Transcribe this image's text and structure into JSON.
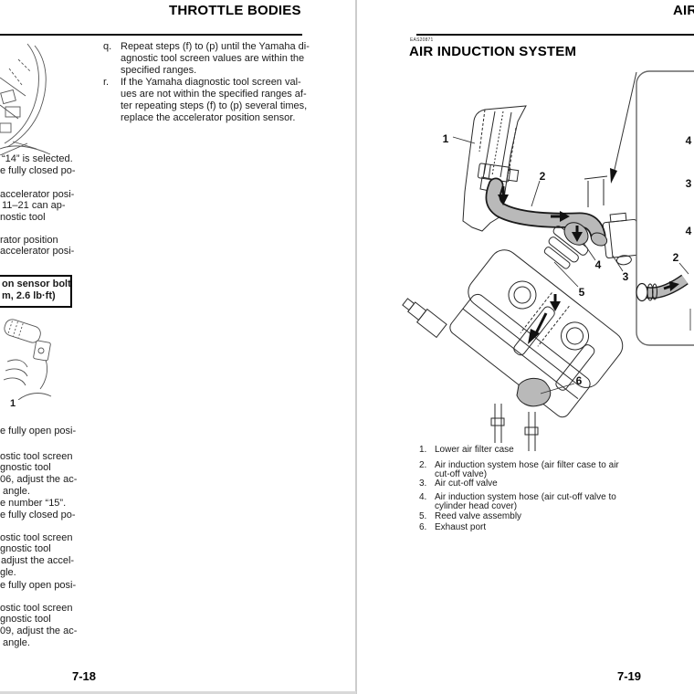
{
  "left_page": {
    "header": "THROTTLE BODIES",
    "page_number": "7-18",
    "steps": [
      {
        "label": "q.",
        "lines": [
          "Repeat steps (f) to (p) until the Yamaha di-",
          "agnostic tool screen values are within the",
          "specified ranges."
        ]
      },
      {
        "label": "r.",
        "lines": [
          "If the Yamaha diagnostic tool screen val-",
          "ues are not within the specified ranges af-",
          "ter repeating steps (f) to (p) several times,",
          "replace the accelerator position sensor."
        ]
      }
    ],
    "column_fragments": [
      "“14” is selected.",
      "e fully closed po-",
      "accelerator posi-",
      "11–21 can ap-",
      "nostic tool",
      "rator position",
      "accelerator posi-",
      "e fully open posi-",
      "ostic tool screen",
      "gnostic tool",
      "06, adjust the ac-",
      "angle.",
      "e number “15”.",
      "e fully closed po-",
      "ostic tool screen",
      "gnostic tool",
      "adjust the accel-",
      "gle.",
      "e fully open posi-",
      "ostic tool screen",
      "gnostic tool",
      "09, adjust the ac-",
      "angle."
    ],
    "torque_box": {
      "line1": "on sensor bolt",
      "line2": "m, 2.6 lb·ft)"
    },
    "figure_label": "1"
  },
  "right_page": {
    "header_fragment": "AIR",
    "section_code": "EAS20871",
    "section_title": "AIR INDUCTION SYSTEM",
    "page_number": "7-19",
    "diagram": {
      "callouts": {
        "c1": "1",
        "c2": "2",
        "c3": "3",
        "c4": "4",
        "c5": "5",
        "c6": "6",
        "inset_4a": "4",
        "inset_3": "3",
        "inset_4b": "4",
        "inset_2": "2"
      }
    },
    "parts": [
      {
        "num": "1.",
        "line1": "Lower air filter case"
      },
      {
        "num": "2.",
        "line1": "Air induction system hose (air filter case to air",
        "line2": "cut-off valve)"
      },
      {
        "num": "3.",
        "line1": "Air cut-off valve"
      },
      {
        "num": "4.",
        "line1": "Air induction system hose (air cut-off valve to",
        "line2": "cylinder head cover)"
      },
      {
        "num": "5.",
        "line1": "Reed valve assembly"
      },
      {
        "num": "6.",
        "line1": "Exhaust port"
      }
    ]
  }
}
